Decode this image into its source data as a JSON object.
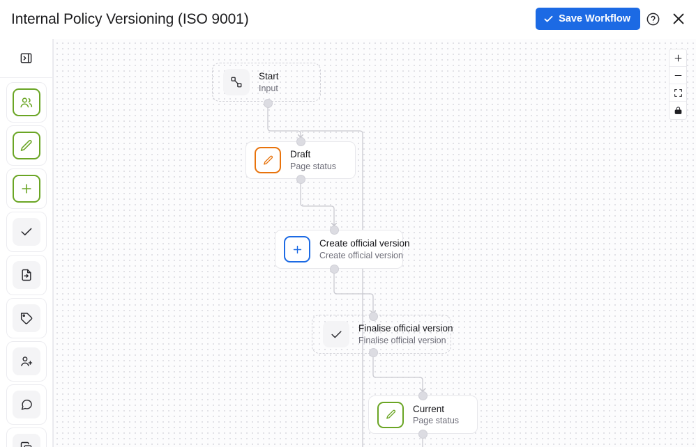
{
  "header": {
    "title": "Internal Policy Versioning (ISO 9001)",
    "save_label": "Save Workflow",
    "save_icon": "check-icon",
    "help_icon": "help-circle-icon",
    "close_icon": "close-icon",
    "accent_color": "#1c6ae4"
  },
  "sidebar": {
    "collapse_icon": "panel-collapse-icon",
    "items": [
      {
        "icon": "users-icon",
        "style": "green"
      },
      {
        "icon": "pencil-icon",
        "style": "green"
      },
      {
        "icon": "plus-icon",
        "style": "green"
      },
      {
        "icon": "check-icon",
        "style": "plain"
      },
      {
        "icon": "file-import-icon",
        "style": "plain"
      },
      {
        "icon": "tag-icon",
        "style": "plain"
      },
      {
        "icon": "user-plus-icon",
        "style": "plain"
      },
      {
        "icon": "comment-icon",
        "style": "plain"
      },
      {
        "icon": "copy-icon",
        "style": "plain"
      }
    ]
  },
  "canvas_controls": [
    {
      "icon": "zoom-in-icon",
      "label": "+"
    },
    {
      "icon": "zoom-out-icon",
      "label": "-"
    },
    {
      "icon": "fit-view-icon",
      "label": ""
    },
    {
      "icon": "lock-icon",
      "label": ""
    }
  ],
  "workflow": {
    "nodes": [
      {
        "id": "start",
        "title": "Start",
        "subtitle": "Input",
        "icon": "workflow-icon",
        "chip": "plain",
        "outline": "dashed"
      },
      {
        "id": "draft",
        "title": "Draft",
        "subtitle": "Page status",
        "icon": "pencil-icon",
        "chip": "orange",
        "outline": "none"
      },
      {
        "id": "create",
        "title": "Create official version",
        "subtitle": "Create official version",
        "icon": "plus-icon",
        "chip": "blue",
        "outline": "none"
      },
      {
        "id": "finalise",
        "title": "Finalise official version",
        "subtitle": "Finalise official version",
        "icon": "check-icon",
        "chip": "plain",
        "outline": "dashed"
      },
      {
        "id": "current",
        "title": "Current",
        "subtitle": "Page status",
        "icon": "pencil-icon",
        "chip": "green",
        "outline": "none"
      }
    ]
  }
}
